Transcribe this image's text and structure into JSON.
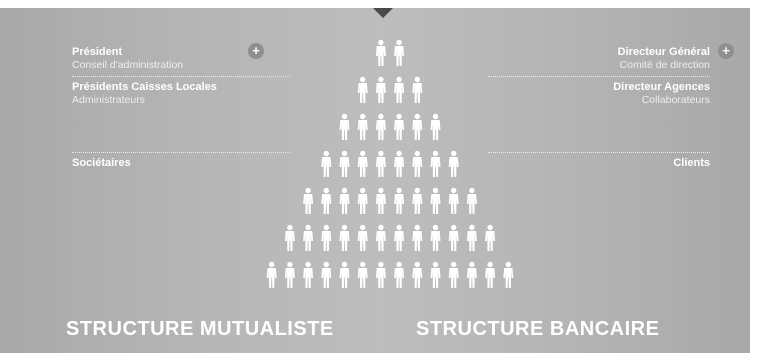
{
  "left_levels": [
    {
      "title": "Président",
      "subtitle": "Conseil d'administration"
    },
    {
      "title": "Présidents Caisses Locales",
      "subtitle": "Administrateurs"
    },
    {
      "title": "Sociétaires",
      "subtitle": ""
    }
  ],
  "right_levels": [
    {
      "title": "Directeur Général",
      "subtitle": "Comité de direction"
    },
    {
      "title": "Directeur Agences",
      "subtitle": "Collaborateurs"
    },
    {
      "title": "Clients",
      "subtitle": ""
    }
  ],
  "plus_symbol": "+",
  "footer": {
    "left_title": "STRUCTURE MUTUALISTE",
    "right_title": "STRUCTURE BANCAIRE"
  },
  "pyramid_rows": [
    2,
    4,
    6,
    8,
    10,
    12,
    14
  ],
  "colors": {
    "figure": "#ffffff",
    "background": "#b8b8b8",
    "plus_button": "#8f8f8f"
  },
  "icons": [
    "person-icon",
    "plus-icon",
    "down-arrow-icon"
  ]
}
